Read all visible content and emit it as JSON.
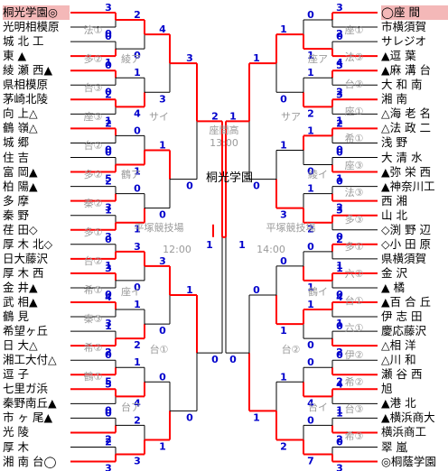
{
  "left_teams": [
    {
      "name": "桐光学園◎",
      "highlight": true
    },
    {
      "name": "光明相模原"
    },
    {
      "name": "城 北 工"
    },
    {
      "name": "東  ▲"
    },
    {
      "name": "綾 瀬 西▲"
    },
    {
      "name": "県相模原"
    },
    {
      "name": "茅崎北陵"
    },
    {
      "name": "向  上△"
    },
    {
      "name": "鶴  嶺△"
    },
    {
      "name": "城  郷"
    },
    {
      "name": "住  吉"
    },
    {
      "name": "富  岡▲"
    },
    {
      "name": "柏  陽▲"
    },
    {
      "name": "多  摩"
    },
    {
      "name": "秦  野"
    },
    {
      "name": "荏  田◇"
    },
    {
      "name": "厚 木 北◇"
    },
    {
      "name": "日大藤沢"
    },
    {
      "name": "厚 木 西"
    },
    {
      "name": "金  井▲"
    },
    {
      "name": "武  相▲"
    },
    {
      "name": "鶴  見"
    },
    {
      "name": "希望ヶ丘"
    },
    {
      "name": "日  大△"
    },
    {
      "name": "湘工大付△"
    },
    {
      "name": "逗  子"
    },
    {
      "name": "七里ガ浜"
    },
    {
      "name": "秦野南丘▲"
    },
    {
      "name": "市 ヶ 尾▲"
    },
    {
      "name": "光  陵"
    },
    {
      "name": "厚  木"
    },
    {
      "name": "湘 南 台◯"
    }
  ],
  "right_teams": [
    {
      "name": "◯座  間",
      "highlight": true
    },
    {
      "name": " 市横須賀"
    },
    {
      "name": " サレジオ"
    },
    {
      "name": "▲逗  葉"
    },
    {
      "name": "▲麻 溝 台"
    },
    {
      "name": " 大 和 南"
    },
    {
      "name": " 湘  南"
    },
    {
      "name": "△海 老 名"
    },
    {
      "name": "△法 政 二"
    },
    {
      "name": " 浅  野"
    },
    {
      "name": " 大 清 水"
    },
    {
      "name": "▲弥 栄 西"
    },
    {
      "name": "▲神奈川工"
    },
    {
      "name": " 西  湘"
    },
    {
      "name": " 山  北"
    },
    {
      "name": "◇渕 野 辺"
    },
    {
      "name": "◇小 田 原"
    },
    {
      "name": " 県横須賀"
    },
    {
      "name": " 金  沢"
    },
    {
      "name": "▲  橘"
    },
    {
      "name": "▲百 合 丘"
    },
    {
      "name": " 伊 志 田"
    },
    {
      "name": " 慶応藤沢"
    },
    {
      "name": "△相  洋"
    },
    {
      "name": "△川  和"
    },
    {
      "name": " 瀬 谷 西"
    },
    {
      "name": "   旭"
    },
    {
      "name": "▲港  北"
    },
    {
      "name": "▲横浜商大"
    },
    {
      "name": " 横浜商工"
    },
    {
      "name": " 翠  嵐"
    },
    {
      "name": "◎桐蔭学園"
    }
  ],
  "left_r1_scores": [
    [
      "3",
      "0"
    ],
    [
      "0",
      "1"
    ],
    [
      "0",
      "0"
    ],
    [
      "2",
      "1"
    ],
    [
      "2",
      "0"
    ],
    [
      "0",
      "5"
    ],
    [
      "2",
      "3"
    ],
    [
      "1",
      "3"
    ],
    [
      "0",
      "1"
    ],
    [
      "3",
      "0"
    ],
    [
      "4",
      "3"
    ],
    [
      "1",
      "2"
    ],
    [
      "0",
      "5"
    ],
    [
      "5",
      "0"
    ],
    [
      "0",
      "2"
    ],
    [
      "2",
      "3"
    ]
  ],
  "left_r2_scores": [
    [
      "2",
      "0"
    ],
    [
      "1",
      "4"
    ],
    [
      "0",
      "1"
    ],
    [
      "0",
      "1"
    ],
    [
      "3",
      "0"
    ],
    [
      "1",
      "2"
    ],
    [
      "1",
      "4"
    ],
    [
      "2",
      "3"
    ]
  ],
  "left_r3_scores": [
    [
      "4",
      "3"
    ],
    [
      "1",
      "0"
    ],
    [
      "3",
      "0"
    ],
    [
      "0",
      "1"
    ]
  ],
  "left_r4_scores": [
    [
      "3",
      "0"
    ],
    [
      "1",
      "0"
    ]
  ],
  "left_r5_scores": [
    [
      "2",
      "0"
    ]
  ],
  "right_r1_scores": [
    [
      "3",
      "2"
    ],
    [
      "0",
      "4"
    ],
    [
      "5",
      "2"
    ],
    [
      "3",
      "1"
    ],
    [
      "2",
      "0"
    ],
    [
      "0",
      "1"
    ],
    [
      "0",
      "2"
    ],
    [
      "3",
      "0"
    ],
    [
      "2",
      "1"
    ],
    [
      "1",
      "0"
    ],
    [
      "4",
      "1"
    ],
    [
      "0",
      "2"
    ],
    [
      "0",
      "2"
    ],
    [
      "4",
      "1"
    ],
    [
      "1",
      "2"
    ],
    [
      "0",
      "3"
    ]
  ],
  "right_r2_scores": [
    [
      "0",
      "1"
    ],
    [
      "1",
      "2"
    ],
    [
      "1",
      "0"
    ],
    [
      "1",
      "2"
    ],
    [
      "0",
      "1"
    ],
    [
      "1",
      "0"
    ],
    [
      "0",
      "4"
    ],
    [
      "0",
      "7"
    ]
  ],
  "right_r3_scores": [
    [
      "1",
      "0"
    ],
    [
      "1",
      "3"
    ],
    [
      "0",
      "1"
    ],
    [
      "1",
      "2"
    ]
  ],
  "right_r4_scores": [
    [
      "1",
      "0"
    ],
    [
      "0",
      "1"
    ]
  ],
  "right_r5_scores": [
    [
      "1",
      "0"
    ]
  ],
  "final": {
    "winner": "桐光学園",
    "score_left": "1",
    "score_right": "1",
    "left_mark": "1",
    "right_mark": "1"
  },
  "venue_labels": {
    "l1": "法①",
    "l2": "多②",
    "l3": "台③",
    "l4": "座③",
    "l5": "台②",
    "l6": "多②",
    "l7": "秦②",
    "l8": "多①",
    "l9": "台②",
    "l10": "希①",
    "l11": "秦③",
    "l12": "希②",
    "l13": "鶴①",
    "la1": "綾ア",
    "la2": "サイ",
    "la3": "鶴ア",
    "la4": "座イ",
    "la5": "台ア",
    "la6": "台①",
    "r1": "座①",
    "r2": "法③",
    "r3": "台③",
    "r4": "座①",
    "r5": "希①",
    "r6": "座③",
    "r7": "法③",
    "r8": "多③",
    "r9": "多①",
    "r10": "六②",
    "r11": "台①",
    "r12": "六①",
    "r13": "伊②",
    "r14": "希②",
    "r15": "台③",
    "r16": "希③",
    "ra1": "座ア",
    "ra2": "サア",
    "ra3": "綾イ",
    "ra4": "鶴イ",
    "ra5": "台イ",
    "ra6": "台②"
  },
  "center_notes": {
    "top_venue": "座間高",
    "top_time": "13:00",
    "left_venue": "平塚競技場",
    "left_time": "12:00",
    "right_venue": "平塚競技場",
    "right_time": "14:00"
  },
  "colors": {
    "winner_line": "#ff0000",
    "loser_line": "#000000",
    "score": "#0000cc",
    "venue": "#9a9a9a",
    "highlight": "#f4b8b8"
  }
}
